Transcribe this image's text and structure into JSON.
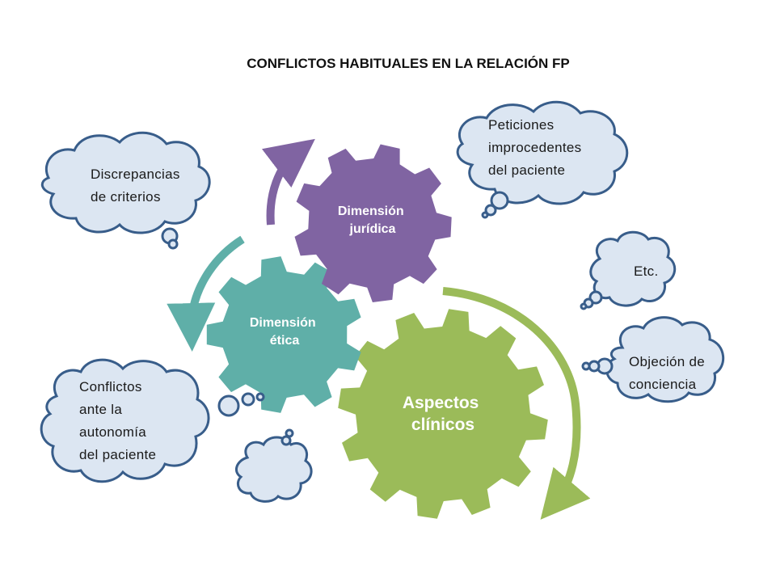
{
  "title": "CONFLICTOS HABITUALES EN LA RELACIÓN FP",
  "gears": {
    "clinical": {
      "line1": "Aspectos",
      "line2": "clínicos",
      "color": "#9BBB59"
    },
    "ethical": {
      "line1": "Dimensión",
      "line2": "ética",
      "color": "#4BACC6"
    },
    "legal": {
      "line1": "Dimensión",
      "line2": "jurídica",
      "color": "#8064A2"
    }
  },
  "clouds": {
    "discrepancias": [
      "Discrepancias",
      "de criterios"
    ],
    "peticiones": [
      "Peticiones",
      "improcedentes",
      "del paciente"
    ],
    "etc": [
      "Etc."
    ],
    "objecion": [
      "Objeción de",
      "conciencia"
    ],
    "conflictos": [
      "Conflictos",
      "ante la",
      "autonomía",
      "del paciente"
    ]
  },
  "colors": {
    "cloud_fill": "#DCE6F2",
    "cloud_stroke": "#385D8A",
    "arrow_green": "#9BBB59",
    "arrow_teal": "#4BACC6",
    "arrow_purple": "#8064A2"
  }
}
